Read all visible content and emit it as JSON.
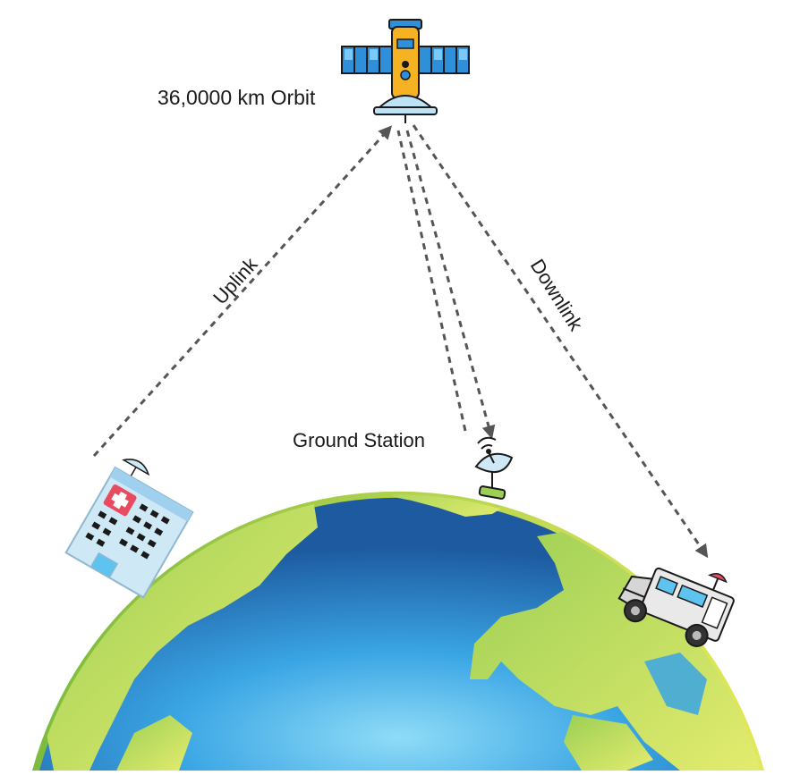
{
  "labels": {
    "orbit": "36,0000 km Orbit",
    "uplink": "Uplink",
    "downlink": "Downlink",
    "ground_station": "Ground Station"
  },
  "icons": {
    "satellite": "satellite-icon",
    "hospital": "hospital-icon",
    "ground_station": "satellite-dish-icon",
    "vehicle": "ambulance-van-icon",
    "earth": "earth-globe-icon"
  },
  "colors": {
    "ocean_light": "#5fc3ef",
    "ocean_dark": "#1f62a8",
    "land": "#a6d35a",
    "land_light": "#dcea7a",
    "arrow": "#555555",
    "panel_blue": "#2f8fd8",
    "satellite_body": "#f5b323"
  }
}
